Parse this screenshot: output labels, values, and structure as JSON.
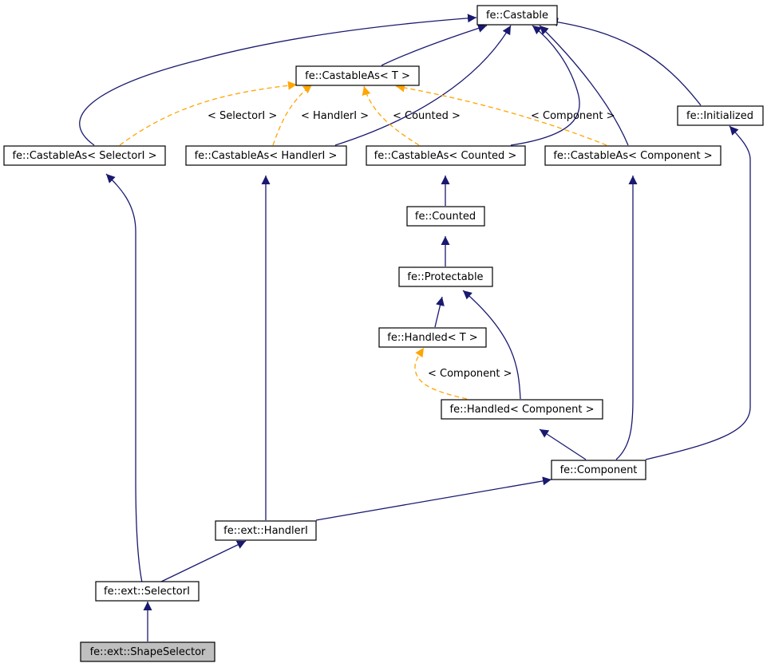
{
  "nodes": {
    "castable": "fe::Castable",
    "castable_t": "fe::CastableAs< T >",
    "initialized": "fe::Initialized",
    "castable_selector": "fe::CastableAs< SelectorI >",
    "castable_handler": "fe::CastableAs< HandlerI >",
    "castable_counted": "fe::CastableAs< Counted >",
    "castable_component": "fe::CastableAs< Component >",
    "counted": "fe::Counted",
    "protectable": "fe::Protectable",
    "handled_t": "fe::Handled< T >",
    "handled_component": "fe::Handled< Component >",
    "component": "fe::Component",
    "handler": "fe::ext::HandlerI",
    "selector": "fe::ext::SelectorI",
    "shape_selector": "fe::ext::ShapeSelector"
  },
  "edge_labels": {
    "selector": "< SelectorI >",
    "handler": "< HandlerI >",
    "counted": "< Counted >",
    "component": "< Component >",
    "handled_component": "< Component >"
  },
  "colors": {
    "inheritance_edge": "#191970",
    "template_edge": "#ffa500",
    "highlight_node": "#bfbfbf"
  }
}
